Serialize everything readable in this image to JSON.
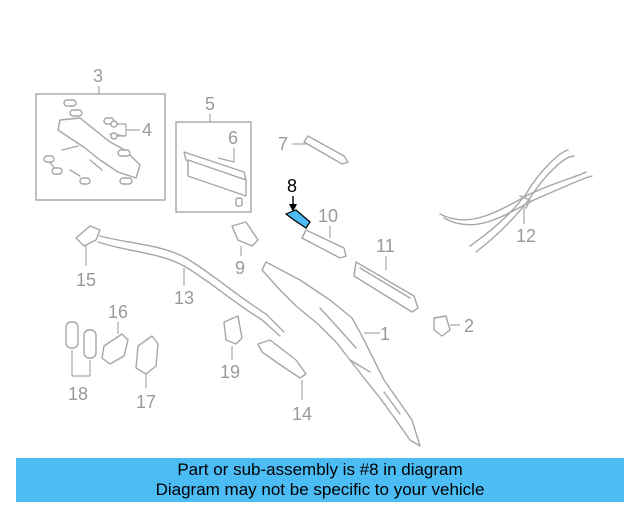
{
  "diagram": {
    "callouts": {
      "c1": "1",
      "c2": "2",
      "c3": "3",
      "c4": "4",
      "c5": "5",
      "c6": "6",
      "c7": "7",
      "c8": "8",
      "c9": "9",
      "c10": "10",
      "c11": "11",
      "c12": "12",
      "c13": "13",
      "c14": "14",
      "c15": "15",
      "c16": "16",
      "c17": "17",
      "c18": "18",
      "c19": "19"
    },
    "highlighted_part": "8",
    "colors": {
      "line_art": "#a6a6a6",
      "highlight_part": "#4cbcf5",
      "banner": "#4cbcf5"
    }
  },
  "banner": {
    "line1": "Part or sub-assembly is #8 in diagram",
    "line2": "Diagram may not be specific to your vehicle"
  }
}
